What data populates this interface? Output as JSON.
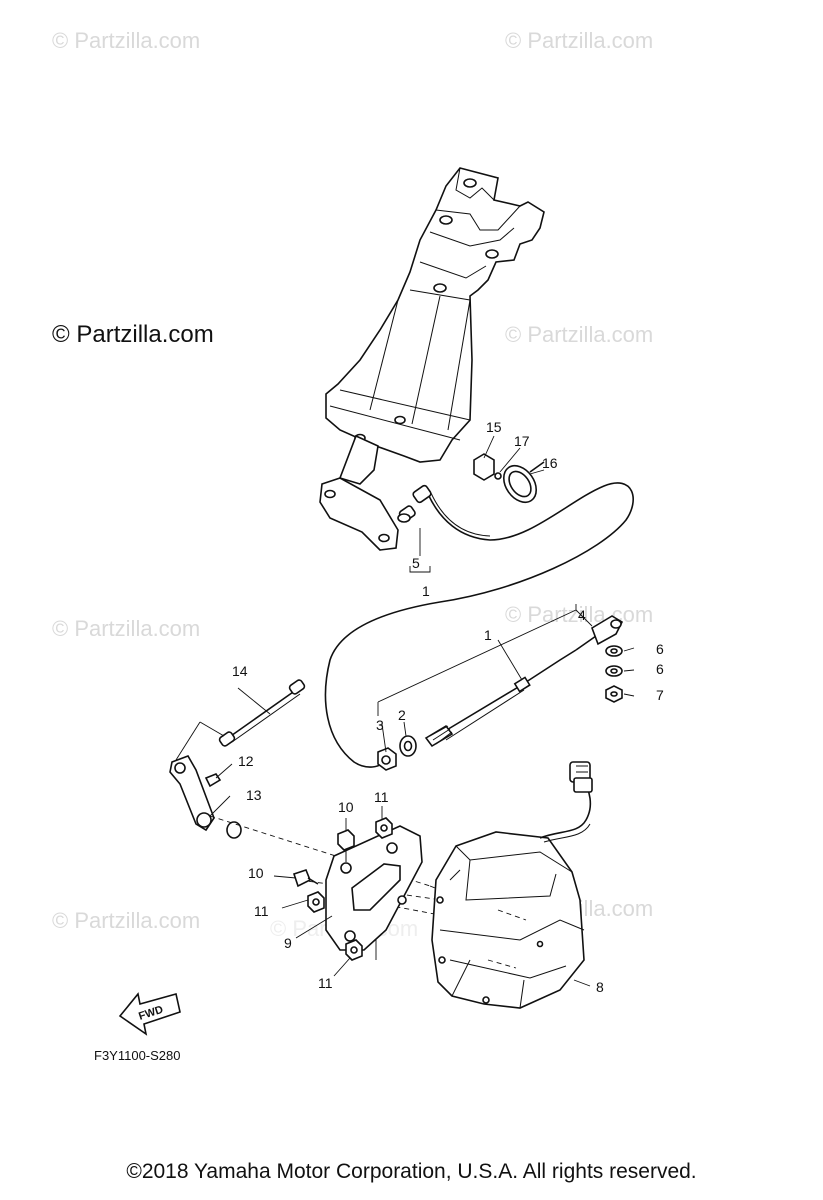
{
  "watermarks": [
    "© Partzilla.com",
    "© Partzilla.com",
    "© Partzilla.com",
    "© Partzilla.com",
    "© Partzilla.com",
    "© Partzilla.com",
    "© Partzilla.com",
    "© Partzilla.com",
    "© Partzilla.com"
  ],
  "callouts": {
    "c1_top": "1",
    "c1_mid": "1",
    "c2": "2",
    "c3": "3",
    "c4": "4",
    "c5": "5",
    "c6a": "6",
    "c6b": "6",
    "c7": "7",
    "c8": "8",
    "c9": "9",
    "c10a": "10",
    "c10b": "10",
    "c11a": "11",
    "c11b": "11",
    "c11c": "11",
    "c12": "12",
    "c13": "13",
    "c14": "14",
    "c15": "15",
    "c16": "16",
    "c17": "17"
  },
  "fwd_label": "FWD",
  "diagram_code": "F3Y1100-S280",
  "copyright": "©2018  Yamaha Motor Corporation, U.S.A. All rights reserved."
}
